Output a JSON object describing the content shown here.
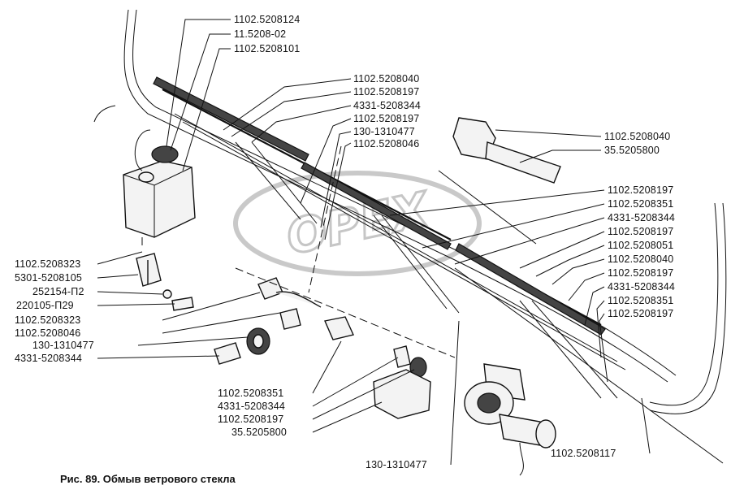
{
  "caption": "Рис.  89.  Обмыв  ветрового  стекла",
  "watermark": "OPEX",
  "labels": {
    "top_left": [
      "1102.5208124",
      "11.5208-02",
      "1102.5208101"
    ],
    "top_center": [
      "1102.5208040",
      "1102.5208197",
      "4331-5208344",
      "1102.5208197",
      "130-1310477",
      "1102.5208046"
    ],
    "top_right": [
      "1102.5208040",
      "35.5205800"
    ],
    "right": [
      "1102.5208197",
      "1102.5208351",
      "4331-5208344",
      "1102.5208197",
      "1102.5208051",
      "1102.5208040",
      "1102.5208197",
      "4331-5208344",
      "1102.5208351",
      "1102.5208197"
    ],
    "left": [
      "1102.5208323",
      "5301-5208105",
      "252154-П2",
      "220105-П29",
      "1102.5208323",
      "1102.5208046",
      "130-1310477",
      "4331-5208344"
    ],
    "bottom_center": [
      "1102.5208351",
      "4331-5208344",
      "1102.5208197",
      "35.5205800"
    ],
    "bottom": [
      "130-1310477",
      "1102.5208117"
    ]
  }
}
